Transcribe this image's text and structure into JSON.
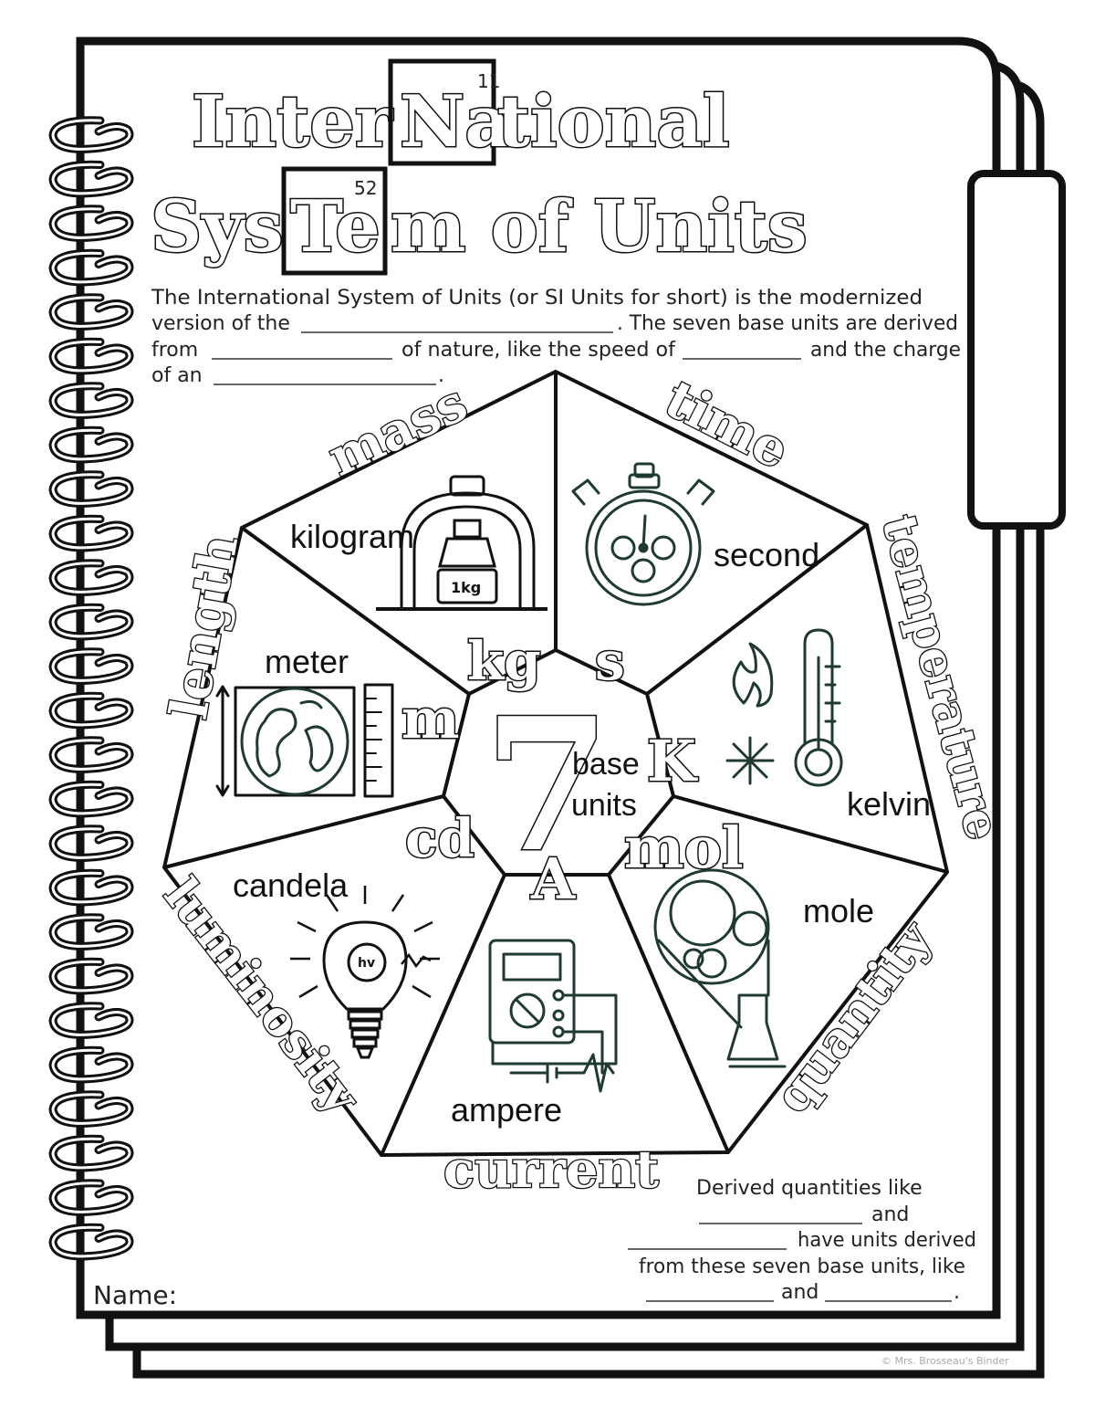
{
  "title": {
    "line1_pre": "Inter",
    "line1_element_symbol": "Na",
    "line1_element_number": "11",
    "line1_post": "tional",
    "line2_pre": "Sys",
    "line2_element_symbol": "Te",
    "line2_element_number": "52",
    "line2_post": "m of Units"
  },
  "intro": {
    "line1": "The International System of Units (or SI Units for short) is the modernized",
    "line2a": "version of the",
    "line2b": ". The seven base units are derived",
    "line3a": "from",
    "line3b": "of nature, like the speed of",
    "line3c": "and the charge",
    "line4a": "of an",
    "line4b": "."
  },
  "center": {
    "number": "7",
    "label_line1": "base",
    "label_line2": "units"
  },
  "quantities": [
    {
      "quantity": "mass",
      "unit": "kilogram",
      "symbol": "kg",
      "icon": "balance-weight-1kg-icon",
      "icon_label": "1kg"
    },
    {
      "quantity": "time",
      "unit": "second",
      "symbol": "s",
      "icon": "stopwatch-icon"
    },
    {
      "quantity": "temperature",
      "unit": "kelvin",
      "symbol": "K",
      "icon": "thermometer-flame-snowflake-icon"
    },
    {
      "quantity": "quantity",
      "unit": "mole",
      "symbol": "mol",
      "icon": "molecules-beaker-icon"
    },
    {
      "quantity": "current",
      "unit": "ampere",
      "symbol": "A",
      "icon": "multimeter-icon"
    },
    {
      "quantity": "luminosity",
      "unit": "candela",
      "symbol": "cd",
      "icon": "light-bulb-icon",
      "icon_label": "hv"
    },
    {
      "quantity": "length",
      "unit": "meter",
      "symbol": "m",
      "icon": "globe-ruler-icon"
    }
  ],
  "derived": {
    "line1": "Derived quantities like",
    "line2": "and",
    "line3": "have units derived",
    "line4": "from these seven base units, like",
    "line5a": "and",
    "line5b": "."
  },
  "name_label": "Name:",
  "copyright": "© Mrs. Brosseau's Binder"
}
